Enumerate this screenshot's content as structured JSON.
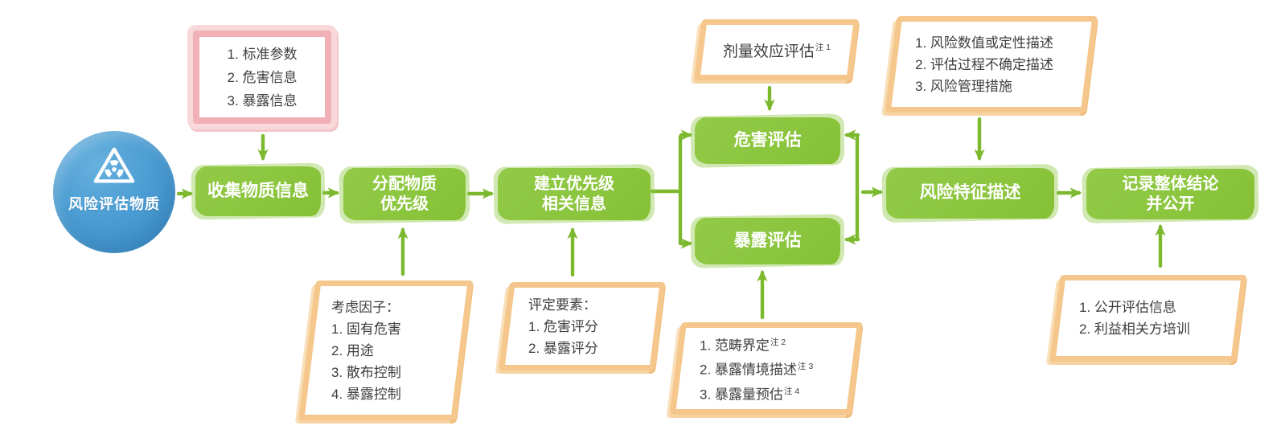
{
  "colors": {
    "green": "#8cc63f",
    "arrow_green": "#7cb92e",
    "blue": "#4a9cd3",
    "pink_border": "#f1b0b6",
    "tan_border": "#f5c78d",
    "text_dark": "#3e3e3e",
    "label_white": "#ffffff"
  },
  "flow": {
    "start": {
      "label": "风险评估物质",
      "icon": "radiation-triangle-icon"
    },
    "standards_box": {
      "items": [
        "1. 标准参数",
        "2. 危害信息",
        "3. 暴露信息"
      ]
    },
    "collect": {
      "label": "收集物质信息"
    },
    "assign": {
      "line1": "分配物质",
      "line2": "优先级"
    },
    "establish": {
      "line1": "建立优先级",
      "line2": "相关信息"
    },
    "hazard": {
      "label": "危害评估"
    },
    "exposure": {
      "label": "暴露评估"
    },
    "risk_char": {
      "label": "风险特征描述"
    },
    "record": {
      "line1": "记录整体结论",
      "line2": "并公开"
    },
    "dose_response": {
      "text": "剂量效应评估",
      "note": "注 1"
    },
    "risk_outputs": {
      "items": [
        "1. 风险数值或定性描述",
        "2. 评估过程不确定描述",
        "3. 风险管理措施"
      ]
    },
    "factors": {
      "title": "考虑因子：",
      "items": [
        "1. 固有危害",
        "2. 用途",
        "3. 散布控制",
        "4. 暴露控制"
      ]
    },
    "elements": {
      "title": "评定要素：",
      "items": [
        "1. 危害评分",
        "2. 暴露评分"
      ]
    },
    "exposure_inputs": {
      "items": [
        {
          "text": "1. 范畴界定",
          "note": "注 2"
        },
        {
          "text": "2. 暴露情境描述",
          "note": "注 3"
        },
        {
          "text": "3. 暴露量预估",
          "note": "注 4"
        }
      ]
    },
    "publish": {
      "items": [
        "1. 公开评估信息",
        "2. 利益相关方培训"
      ]
    }
  }
}
